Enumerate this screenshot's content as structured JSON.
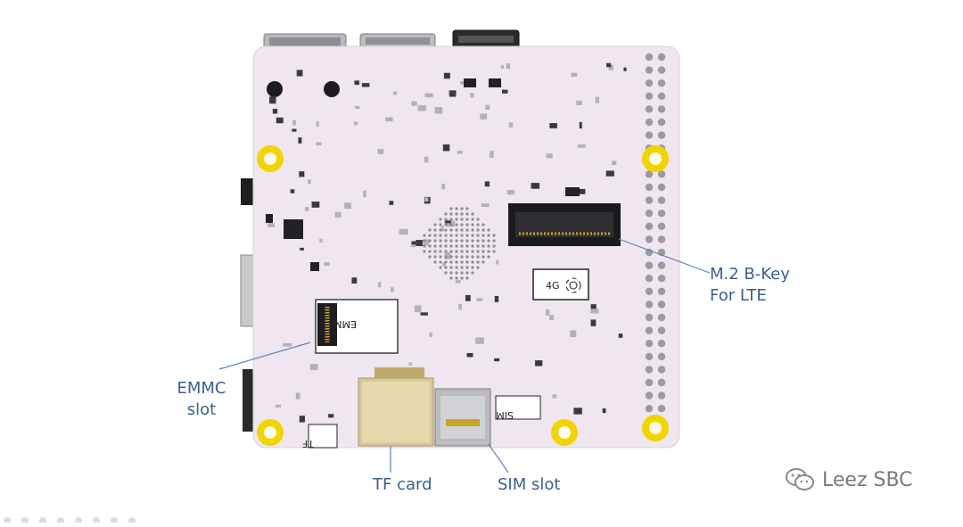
{
  "callouts": {
    "m2_line1": "M.2 B-Key",
    "m2_line2": "For LTE",
    "emmc_line1": "EMMC",
    "emmc_line2": "slot",
    "tf_card": "TF card",
    "sim_slot": "SIM slot"
  },
  "board_silkscreen": {
    "emmc": "EMMC",
    "sim": "SIM",
    "tf": "TF",
    "lte": "4G"
  },
  "watermark": {
    "text": "Leez SBC",
    "icon": "wechat-icon"
  },
  "colors": {
    "board": "#efe6ef",
    "callout_text": "#3a5f8a",
    "callout_line": "#5b86b8",
    "mounting_hole": "#f2d400"
  }
}
